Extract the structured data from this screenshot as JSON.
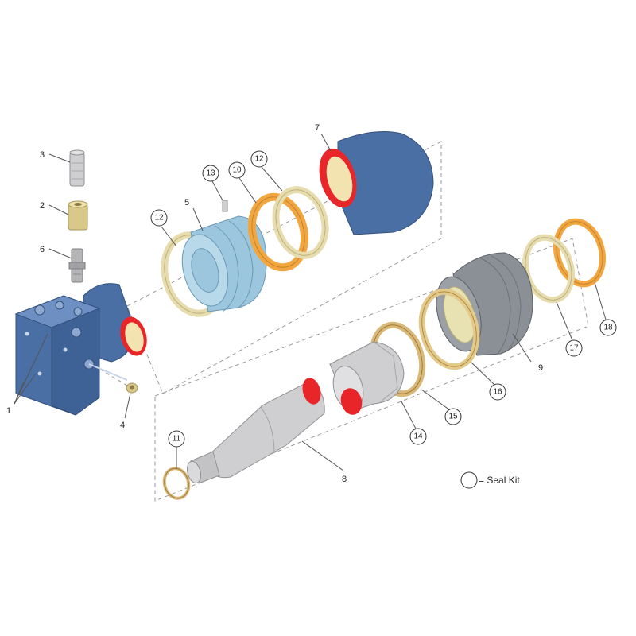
{
  "labels": {
    "n1": "1",
    "n2": "2",
    "n3": "3",
    "n4": "4",
    "n5": "5",
    "n6": "6",
    "n7": "7",
    "n8": "8",
    "n9": "9",
    "n10": "10",
    "n11": "11",
    "n12a": "12",
    "n12b": "12",
    "n13": "13",
    "n14": "14",
    "n15": "15",
    "n16": "16",
    "n17": "17",
    "n18": "18"
  },
  "legend": {
    "text": "= Seal Kit"
  },
  "colors": {
    "body_blue": "#4a6fa5",
    "body_blue_dark": "#34517d",
    "seal_red": "#e8262a",
    "ring_cream": "#e6dcae",
    "ring_orange": "#f1a640",
    "brass": "#d9c88a",
    "steel_gray": "#cfcfd1",
    "cap_gray": "#8a9096",
    "light_blue": "#9cc6dd"
  }
}
